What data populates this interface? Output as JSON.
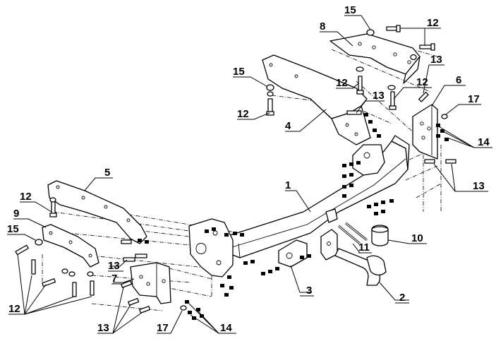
{
  "callouts": {
    "c1": "1",
    "c2": "2",
    "c3": "3",
    "c4": "4",
    "c5": "5",
    "c6": "6",
    "c7": "7",
    "c8": "8",
    "c9": "9",
    "c10": "10",
    "c11": "11",
    "c12": "12",
    "c13": "13",
    "c14": "14",
    "c15": "15",
    "c17": "17"
  }
}
